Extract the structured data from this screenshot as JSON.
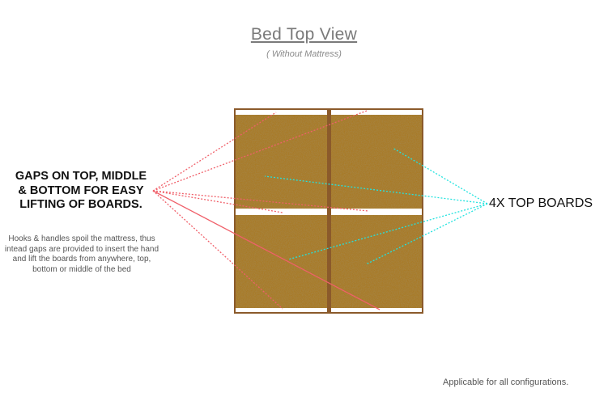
{
  "title": "Bed Top View",
  "subtitle": "( Without Mattress)",
  "left_callout": {
    "heading": "GAPS ON TOP, MIDDLE & BOTTOM FOR EASY LIFTING OF BOARDS.",
    "note": "Hooks & handles spoil the mattress, thus intead gaps are provided to insert the hand and lift the boards from anywhere, top, bottom or middle of the bed"
  },
  "right_callout": {
    "label": "4X TOP BOARDS"
  },
  "footer": "Applicable for all configurations.",
  "colors": {
    "frame": "#8b5a2b",
    "board": "#a87a26",
    "gap_leader": "#f0606a",
    "board_leader": "#22e3df"
  },
  "boards": [
    "top-left-board",
    "top-right-board",
    "bottom-left-board",
    "bottom-right-board"
  ]
}
